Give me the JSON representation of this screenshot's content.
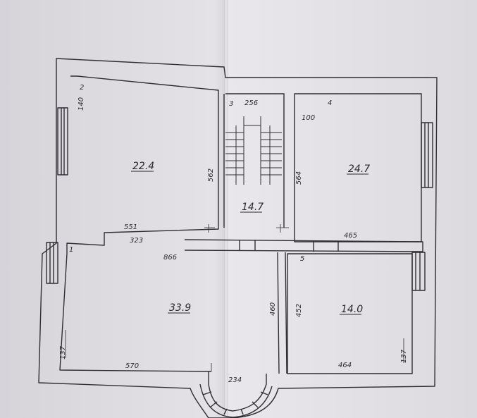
{
  "rooms": {
    "r1": {
      "number": "1",
      "area": "33.9"
    },
    "r2": {
      "number": "2",
      "area": "22.4"
    },
    "r3": {
      "number": "3",
      "area": "14.7"
    },
    "r4": {
      "number": "4",
      "area": "24.7"
    },
    "r5": {
      "number": "5",
      "area": "14.0"
    }
  },
  "dimensions": {
    "d551": "551",
    "d323": "323",
    "d866": "866",
    "d570": "570",
    "d460": "460",
    "d234": "234",
    "d256": "256",
    "d465": "465",
    "d452": "452",
    "d464": "464",
    "d562": "562",
    "d564": "564",
    "d140": "140",
    "d100": "100",
    "d137": "137",
    "d137b": "137"
  },
  "colors": {
    "paper": "#e4e2e6",
    "ink": "#2a2a2e"
  }
}
